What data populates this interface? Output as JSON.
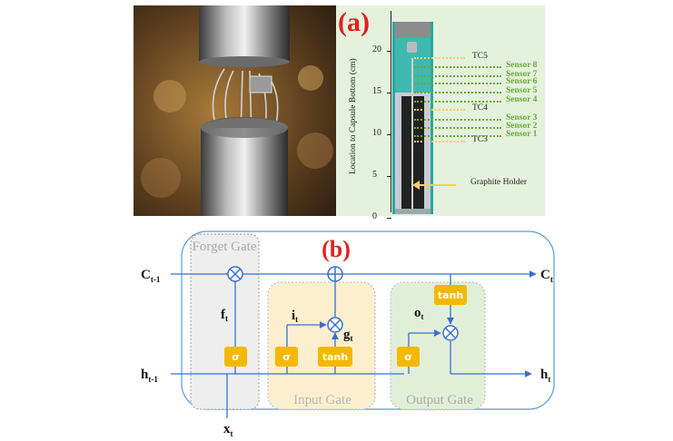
{
  "panel_a": {
    "label": "(a)",
    "photo_alt": "capsule-photo",
    "axis": {
      "label": "Location to Capsule Bottom  (cm)",
      "ticks": [
        "0",
        "5",
        "10",
        "15",
        "20"
      ]
    },
    "thermocouples": [
      {
        "name": "TC5",
        "position_cm": 19.2
      },
      {
        "name": "TC4",
        "position_cm": 13.0
      },
      {
        "name": "TC3",
        "position_cm": 9.2
      }
    ],
    "sensors": [
      {
        "name": "Sensor 8",
        "position_cm": 18.2
      },
      {
        "name": "Sensor 7",
        "position_cm": 17.1
      },
      {
        "name": "Sensor 6",
        "position_cm": 16.2
      },
      {
        "name": "Sensor 5",
        "position_cm": 15.1
      },
      {
        "name": "Sensor 4",
        "position_cm": 14.0
      },
      {
        "name": "Sensor 3",
        "position_cm": 11.9
      },
      {
        "name": "Sensor 2",
        "position_cm": 10.9
      },
      {
        "name": "Sensor 1",
        "position_cm": 9.9
      }
    ],
    "annotation": "Graphite Holder",
    "colors": {
      "sensor": "#6aaa3a",
      "tc_line": "#f5d05a",
      "background": "#e4f1dc"
    }
  },
  "panel_b": {
    "label": "(b)",
    "gates": {
      "forget": "Forget Gate",
      "input": "Input Gate",
      "output": "Output Gate"
    },
    "inputs": {
      "c_prev": {
        "main": "C",
        "sub": "t-1"
      },
      "h_prev": {
        "main": "h",
        "sub": "t-1"
      },
      "x": {
        "main": "x",
        "sub": "t"
      }
    },
    "outputs": {
      "c": {
        "main": "C",
        "sub": "t"
      },
      "h": {
        "main": "h",
        "sub": "t"
      }
    },
    "signals": {
      "f": {
        "main": "f",
        "sub": "t"
      },
      "i": {
        "main": "i",
        "sub": "t"
      },
      "g": {
        "main": "g",
        "sub": "t"
      },
      "o": {
        "main": "o",
        "sub": "t"
      }
    },
    "activations": {
      "sigma": "σ",
      "tanh": "tanh"
    },
    "colors": {
      "line": "#3a6fd0",
      "activation": "#f5b800",
      "forget_bg": "#eeeeee",
      "input_bg": "#fbefcf",
      "output_bg": "#e2efd8",
      "label_red": "#e02020"
    }
  }
}
